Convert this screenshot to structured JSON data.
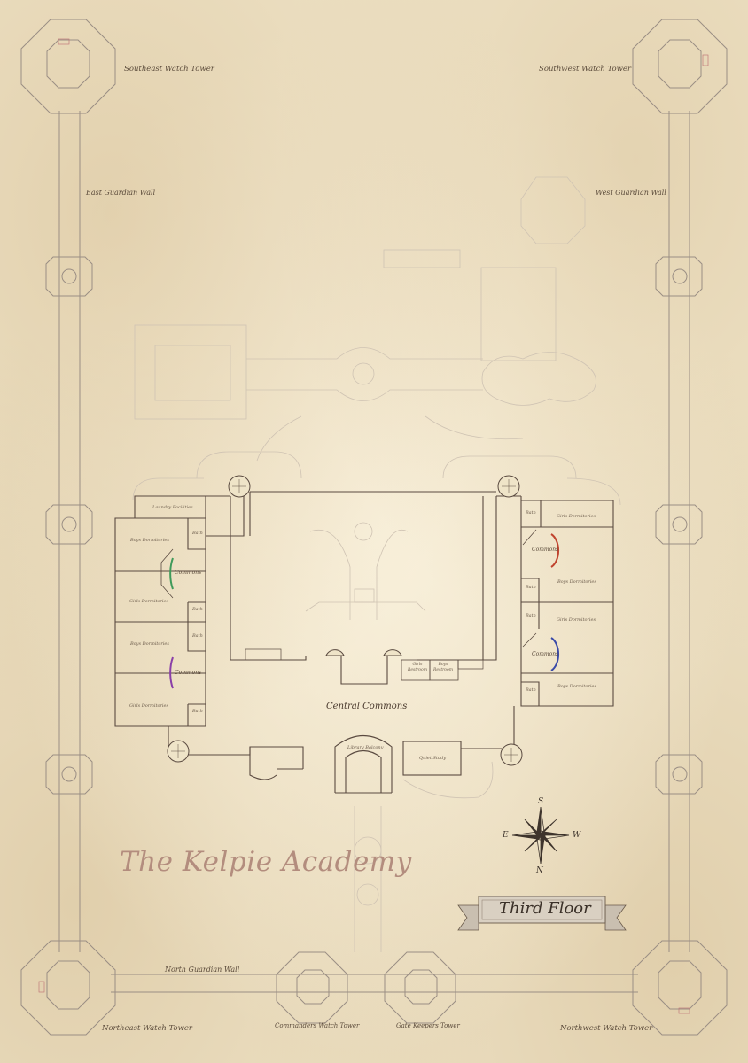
{
  "title": "The Kelpie Academy",
  "floor": "Third Floor",
  "compass": {
    "top": "S",
    "bottom": "N",
    "left": "E",
    "right": "W"
  },
  "towers": {
    "southeast": "Southeast Watch Tower",
    "southwest": "Southwest Watch Tower",
    "northeast": "Northeast Watch Tower",
    "northwest": "Northwest Watch Tower",
    "commanders": "Commanders Watch Tower",
    "gatekeepers": "Gate Keepers Tower"
  },
  "walls": {
    "east": "East Guardian Wall",
    "west": "West Guardian Wall",
    "north": "North Guardian Wall"
  },
  "rooms": {
    "laundry": "Laundry Facilities",
    "boys_dorm_1": "Boys Dormitories",
    "bath_1": "Bath",
    "commons_green": "Commons",
    "girls_dorm_1": "Girls Dormitories",
    "bath_2": "Bath",
    "boys_dorm_2": "Boys Dormitories",
    "bath_3": "Bath",
    "commons_purple": "Commons",
    "girls_dorm_2": "Girls Dormitories",
    "bath_4": "Bath",
    "r_bath_1": "Bath",
    "r_girls_dorm_1": "Girls Dormitories",
    "commons_red": "Commons",
    "r_boys_dorm_1": "Boys Dormitories",
    "r_bath_2": "Bath",
    "r_bath_3": "Bath",
    "r_girls_dorm_2": "Girls Dormitories",
    "commons_blue": "Commons",
    "r_boys_dorm_2": "Boys Dormitories",
    "r_bath_4": "Bath",
    "girls_restroom": "Girls Restroom",
    "boys_restroom": "Boys Restroom",
    "central_commons": "Central Commons",
    "library_balcony": "Library Balcony",
    "quiet_study": "Quiet Study"
  },
  "colors": {
    "commons_green": "#3f9a5a",
    "commons_purple": "#8a3fa8",
    "commons_red": "#c0432e",
    "commons_blue": "#3a4aa8",
    "title": "#b38d7e",
    "banner": "#c9bfb0"
  }
}
